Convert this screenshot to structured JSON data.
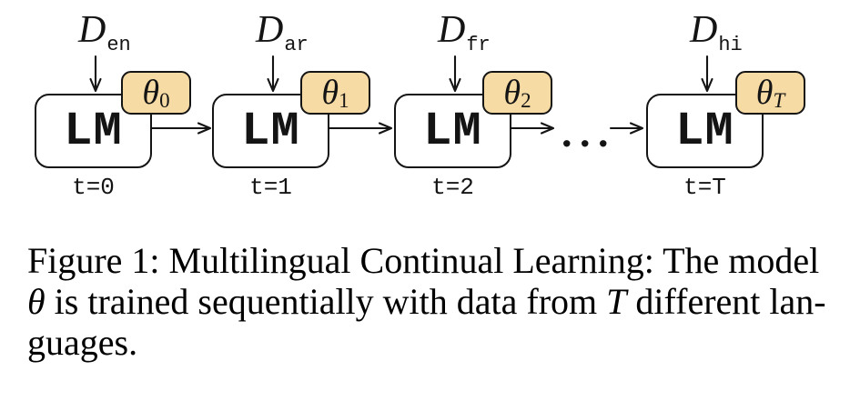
{
  "figure": {
    "units": [
      {
        "dataset_symbol": "D",
        "dataset_subscript": "en",
        "model_label": "LM",
        "theta_symbol": "θ",
        "theta_subscript": "0",
        "timestep_label": "t=0"
      },
      {
        "dataset_symbol": "D",
        "dataset_subscript": "ar",
        "model_label": "LM",
        "theta_symbol": "θ",
        "theta_subscript": "1",
        "timestep_label": "t=1"
      },
      {
        "dataset_symbol": "D",
        "dataset_subscript": "fr",
        "model_label": "LM",
        "theta_symbol": "θ",
        "theta_subscript": "2",
        "timestep_label": "t=2"
      },
      {
        "dataset_symbol": "D",
        "dataset_subscript": "hi",
        "model_label": "LM",
        "theta_symbol": "θ",
        "theta_subscript": "T",
        "timestep_label": "t=T"
      }
    ],
    "ellipsis": "...",
    "icons": {
      "down_arrow": "down-arrow-icon",
      "right_arrow": "right-arrow-icon"
    },
    "colors": {
      "theta_badge_fill": "#F7DBA5",
      "stroke": "#141414",
      "box_fill": "#FFFFFF"
    }
  },
  "caption": {
    "segments": {
      "s1": "Figure 1: Multilingual Continual Learning: The model",
      "s2": "θ",
      "s3": " is trained sequentially with data from ",
      "s4": "T",
      "s5": " different lan-",
      "s6": "guages."
    }
  }
}
